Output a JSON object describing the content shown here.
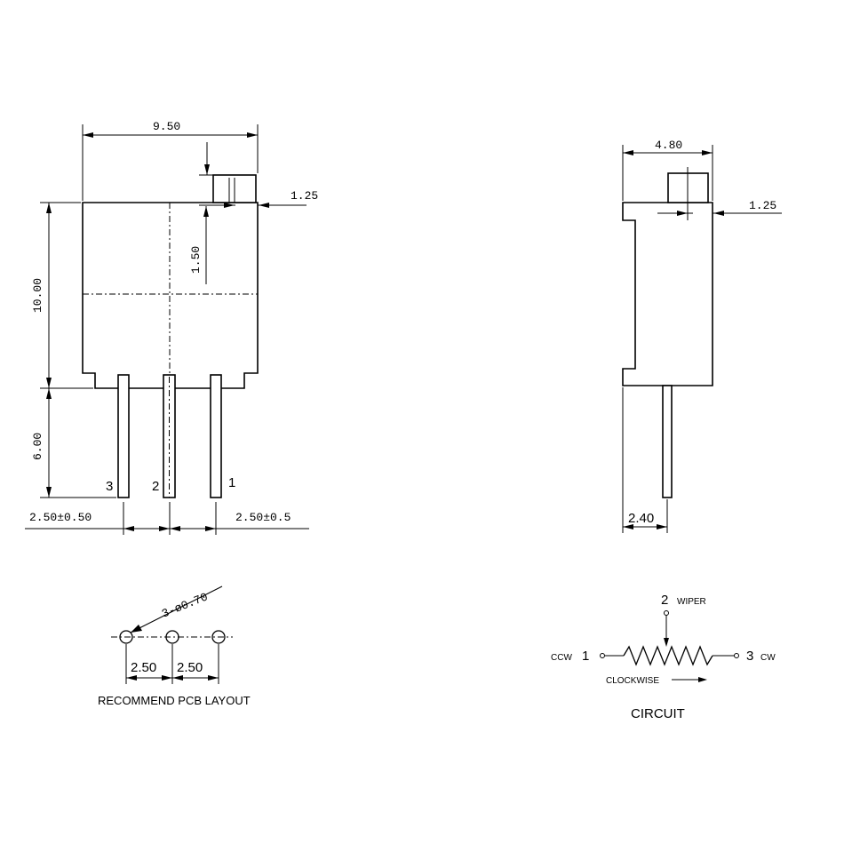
{
  "front_view": {
    "width_dim": "9.50",
    "height_dim": "10.00",
    "pin_length_dim": "6.00",
    "adjuster_offset_dim": "1.25",
    "adjuster_height_dim": "1.50",
    "pitch_left_dim": "2.50±0.50",
    "pitch_right_dim": "2.50±0.5",
    "pin_labels": [
      "3",
      "2",
      "1"
    ]
  },
  "side_view": {
    "width_dim": "4.80",
    "adjuster_offset_dim": "1.25",
    "pin_offset_dim": "2.40"
  },
  "pcb_layout": {
    "hole_dim": "3-ø0.70",
    "pitch_1": "2.50",
    "pitch_2": "2.50",
    "caption": "RECOMMEND PCB LAYOUT"
  },
  "circuit": {
    "wiper_num": "2",
    "wiper_label": "WIPER",
    "ccw_label": "CCW",
    "ccw_num": "1",
    "cw_num": "3",
    "cw_label": "CW",
    "clockwise_label": "CLOCKWISE",
    "caption": "CIRCUIT"
  }
}
